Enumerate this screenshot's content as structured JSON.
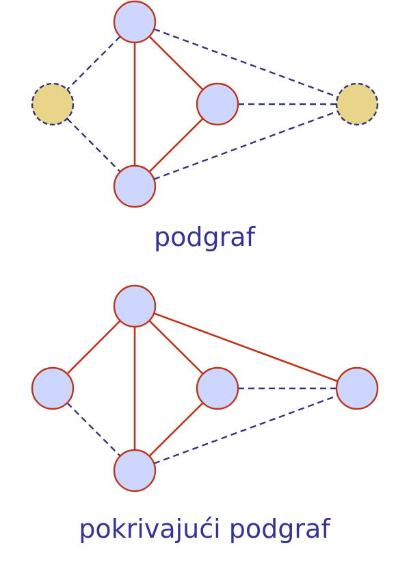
{
  "colors": {
    "solid_edge": "#c0331a",
    "dashed_edge": "#333377",
    "node_fill": "#ccd6ff",
    "excluded_node_fill": "#e8d58a",
    "caption": "#333399"
  },
  "diagrams": [
    {
      "caption": "podgraf",
      "nodes": [
        {
          "id": "top",
          "included": true
        },
        {
          "id": "left",
          "included": false
        },
        {
          "id": "middle",
          "included": true
        },
        {
          "id": "right",
          "included": false
        },
        {
          "id": "bottom",
          "included": true
        }
      ],
      "edges": [
        {
          "from": "top",
          "to": "middle",
          "in_subgraph": true
        },
        {
          "from": "top",
          "to": "bottom",
          "in_subgraph": true
        },
        {
          "from": "middle",
          "to": "bottom",
          "in_subgraph": true
        },
        {
          "from": "top",
          "to": "left",
          "in_subgraph": false
        },
        {
          "from": "left",
          "to": "bottom",
          "in_subgraph": false
        },
        {
          "from": "top",
          "to": "right",
          "in_subgraph": false
        },
        {
          "from": "middle",
          "to": "right",
          "in_subgraph": false
        },
        {
          "from": "bottom",
          "to": "right",
          "in_subgraph": false
        }
      ]
    },
    {
      "caption": "pokrivajući podgraf",
      "nodes": [
        {
          "id": "top",
          "included": true
        },
        {
          "id": "left",
          "included": true
        },
        {
          "id": "middle",
          "included": true
        },
        {
          "id": "right",
          "included": true
        },
        {
          "id": "bottom",
          "included": true
        }
      ],
      "edges": [
        {
          "from": "top",
          "to": "left",
          "in_subgraph": true
        },
        {
          "from": "top",
          "to": "middle",
          "in_subgraph": true
        },
        {
          "from": "top",
          "to": "bottom",
          "in_subgraph": true
        },
        {
          "from": "top",
          "to": "right",
          "in_subgraph": true
        },
        {
          "from": "middle",
          "to": "bottom",
          "in_subgraph": true
        },
        {
          "from": "left",
          "to": "bottom",
          "in_subgraph": false
        },
        {
          "from": "middle",
          "to": "right",
          "in_subgraph": false
        },
        {
          "from": "bottom",
          "to": "right",
          "in_subgraph": false
        }
      ]
    }
  ]
}
